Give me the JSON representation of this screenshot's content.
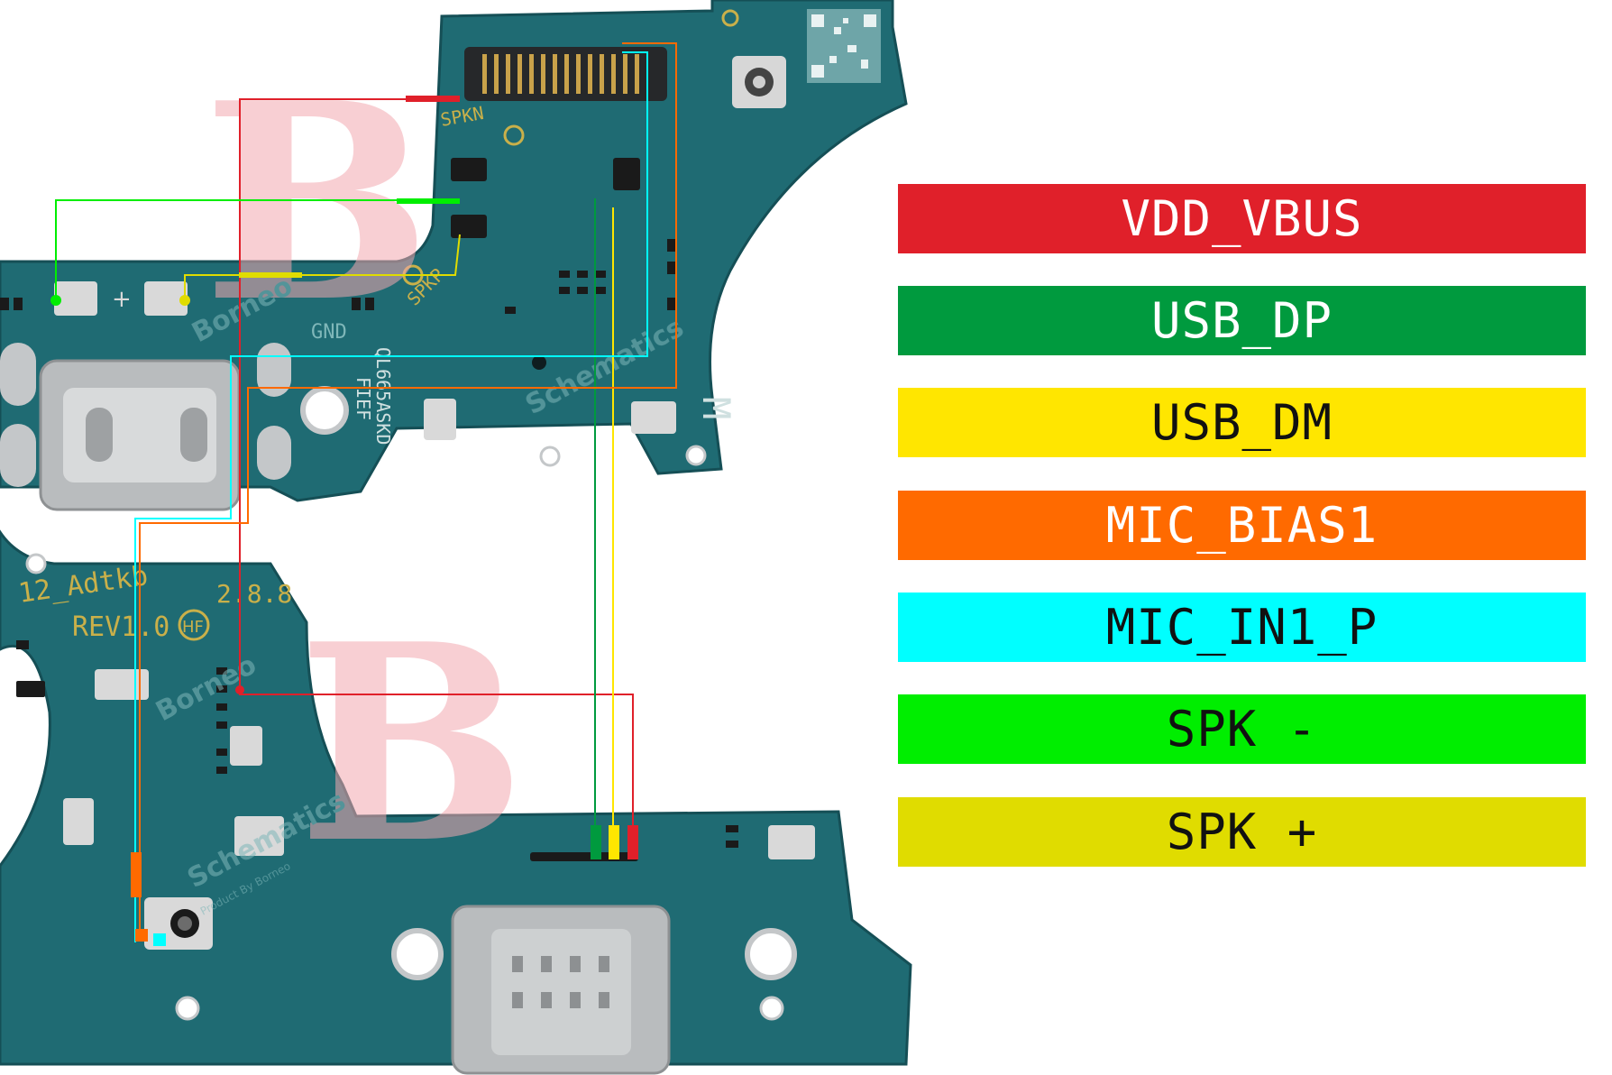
{
  "board": {
    "upper_silkscreen": {
      "part_number": "QL665ASKD",
      "part_code": "FIEF",
      "gnd_label": "GND",
      "spkn_label": "SPKN",
      "spkp_label": "SPKP",
      "plus_mark": "+",
      "letter_mark": "M"
    },
    "lower_silkscreen": {
      "board_name": "12_Adtkb",
      "revision": "REV1.0",
      "version": "2.8.8",
      "hf_mark": "HF"
    },
    "watermark": {
      "brand": "Borneo",
      "brand2": "Schematics",
      "tagline": "Product By Borneo"
    }
  },
  "legend": [
    {
      "label": "VDD_VBUS",
      "color": "#e0202a",
      "text_color": "#ffffff"
    },
    {
      "label": "USB_DP",
      "color": "#009a3e",
      "text_color": "#ffffff"
    },
    {
      "label": "USB_DM",
      "color": "#ffe600",
      "text_color": "#111111"
    },
    {
      "label": "MIC_BIAS1",
      "color": "#ff6a00",
      "text_color": "#ffffff"
    },
    {
      "label": "MIC_IN1_P",
      "color": "#00ffff",
      "text_color": "#111111"
    },
    {
      "label": "SPK -",
      "color": "#00ee00",
      "text_color": "#111111"
    },
    {
      "label": "SPK +",
      "color": "#e0dc00",
      "text_color": "#111111"
    }
  ]
}
